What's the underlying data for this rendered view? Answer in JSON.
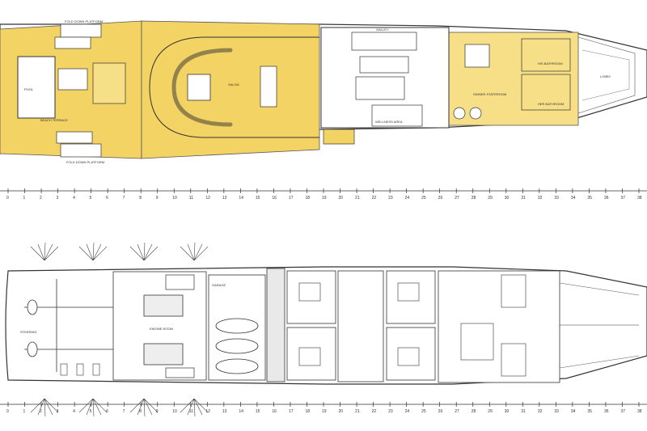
{
  "upper_deck": {
    "labels": {
      "pool": "POOL",
      "beach_terrace": "BEACH TERRACE",
      "fold_down_platform_top": "FOLD DOWN PLATFORM",
      "fold_down_platform_bottom": "FOLD DOWN PLATFORM",
      "salon": "SALON",
      "galley": "GALLEY",
      "wellness_area": "WELLNESS AREA",
      "owner_stateroom": "OWNER STATEROOM",
      "his_bathroom": "HIS BATHROOM",
      "her_bathroom": "HER BATHROOM",
      "lobby": "LOBBY"
    }
  },
  "lower_deck": {
    "labels": {
      "garage": "GARAGE",
      "engine_room": "ENGINE ROOM",
      "steering": "STEERING"
    }
  },
  "rulers": {
    "top": [
      "0",
      "1",
      "2",
      "3",
      "4",
      "5",
      "6",
      "7",
      "8",
      "9",
      "10",
      "11",
      "12",
      "13",
      "14",
      "15",
      "16",
      "17",
      "18",
      "19",
      "20",
      "21",
      "22",
      "23",
      "24",
      "25",
      "26",
      "27",
      "28",
      "29",
      "30",
      "31",
      "32",
      "33",
      "34",
      "35",
      "36",
      "37",
      "38"
    ],
    "bottom": [
      "0",
      "1",
      "2",
      "3",
      "4",
      "5",
      "6",
      "7",
      "8",
      "9",
      "10",
      "11",
      "12",
      "13",
      "14",
      "15",
      "16",
      "17",
      "18",
      "19",
      "20",
      "21",
      "22",
      "23",
      "24",
      "25",
      "26",
      "27",
      "28",
      "29",
      "30",
      "31",
      "32",
      "33",
      "34",
      "35",
      "36",
      "37",
      "38"
    ]
  },
  "colors": {
    "teak": "#f3d363",
    "teak_dark": "#d9b43e",
    "line": "#333333",
    "paper": "#ffffff"
  }
}
